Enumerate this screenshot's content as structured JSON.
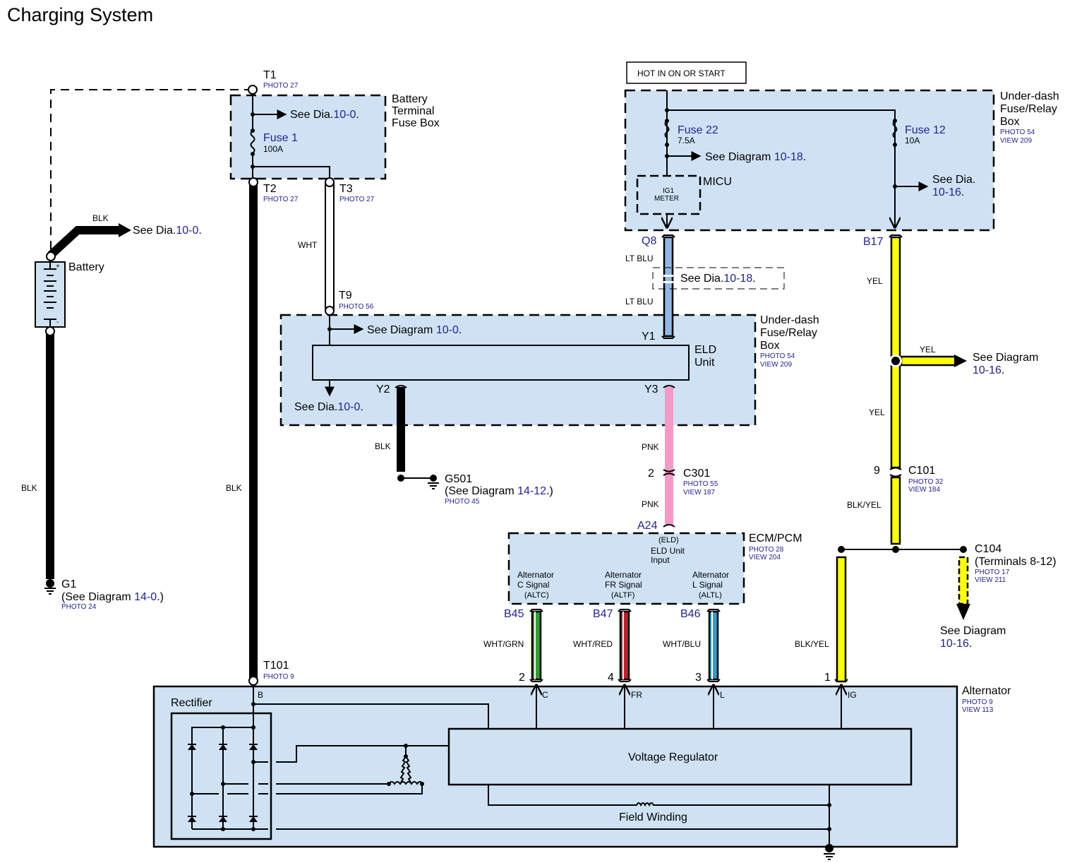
{
  "title": "Charging System",
  "hot_label": "HOT IN ON OR START",
  "terminals": {
    "t1": {
      "name": "T1",
      "photo": "PHOTO 27"
    },
    "t2": {
      "name": "T2",
      "photo": "PHOTO 27"
    },
    "t3": {
      "name": "T3",
      "photo": "PHOTO 27"
    },
    "t9": {
      "name": "T9",
      "photo": "PHOTO 56"
    },
    "t101": {
      "name": "T101",
      "photo": "PHOTO 9"
    }
  },
  "battery_fuse_box": {
    "label_lines": [
      "Battery",
      "Terminal",
      "Fuse Box"
    ],
    "see_prefix": "See Dia.",
    "see_ref": "10-0",
    "fuse_name": "Fuse 1",
    "fuse_rating": "100A"
  },
  "battery": {
    "label": "Battery",
    "wire_color": "BLK",
    "see_prefix": "See Dia.",
    "see_ref": "10-0"
  },
  "ground_g1": {
    "name": "G1",
    "see_prefix": "(See Diagram ",
    "see_ref": "14-0",
    "see_suffix": ".)",
    "photo": "PHOTO 24"
  },
  "wires": {
    "left_blk": "BLK",
    "main_blk": "BLK",
    "wht": "WHT",
    "ltblu_1": "LT BLU",
    "ltblu_2": "LT BLU",
    "yel_1": "YEL",
    "yel_branch": "YEL",
    "yel_2": "YEL",
    "blk_g501": "BLK",
    "pnk_1": "PNK",
    "pnk_2": "PNK",
    "blkyel_1": "BLK/YEL",
    "blkyel_2": "BLK/YEL",
    "whtgrn": "WHT/GRN",
    "whtred": "WHT/RED",
    "whtblu": "WHT/BLU"
  },
  "underdash_top": {
    "label_lines": [
      "Under-dash",
      "Fuse/Relay",
      "Box"
    ],
    "photo": "PHOTO 54",
    "view": "VIEW 209",
    "fuse22_name": "Fuse 22",
    "fuse22_rating": "7.5A",
    "see_1018_prefix": "See  Diagram ",
    "see_1018_ref": "10-18",
    "fuse12_name": "Fuse 12",
    "fuse12_rating": "10A",
    "see_1016_prefix": "See Dia.",
    "see_1016_ref": "10-16",
    "micu_label": "MICU",
    "micu_inner_1": "IG1",
    "micu_inner_2": "METER",
    "pin_q8": "Q8",
    "pin_b17": "B17"
  },
  "see_dia_1018_mid": {
    "prefix": "See Dia.",
    "ref": "10-18"
  },
  "underdash_mid": {
    "label_lines": [
      "Under-dash",
      "Fuse/Relay",
      "Box"
    ],
    "photo": "PHOTO 54",
    "view": "VIEW 209",
    "see_top_prefix": "See Diagram ",
    "see_top_ref": "10-0",
    "see_bottom_prefix": "See Dia.",
    "see_bottom_ref": "10-0",
    "eld_label_1": "ELD",
    "eld_label_2": "Unit",
    "pin_y1": "Y1",
    "pin_y2": "Y2",
    "pin_y3": "Y3"
  },
  "yel_branch_see": {
    "prefix": "See Diagram",
    "ref": "10-16"
  },
  "g501": {
    "name": "G501",
    "see_prefix": "(See Diagram ",
    "see_ref": "14-12",
    "see_suffix": ".)",
    "photo": "PHOTO 45"
  },
  "c301": {
    "name": "C301",
    "pin": "2",
    "photo": "PHOTO 55",
    "view": "VIEW 187"
  },
  "c101": {
    "name": "C101",
    "pin": "9",
    "photo": "PHOTO 32",
    "view": "VIEW 184"
  },
  "c104": {
    "name": "C104",
    "terminals": "(Terminals 8-12)",
    "photo": "PHOTO 17",
    "view": "VIEW 211",
    "see_prefix": "See Diagram",
    "see_ref": "10-16"
  },
  "ecm": {
    "label": "ECM/PCM",
    "photo": "PHOTO 28",
    "view": "VIEW 204",
    "pin_a24": "A24",
    "eld_code": "(ELD)",
    "eld_input_1": "ELD Unit",
    "eld_input_2": "Input",
    "signals": [
      {
        "line1": "Alternator",
        "line2": "C Signal",
        "code": "(ALTC)",
        "pin": "B45"
      },
      {
        "line1": "Alternator",
        "line2": "FR Signal",
        "code": "(ALTF)",
        "pin": "B47"
      },
      {
        "line1": "Alternator",
        "line2": "L Signal",
        "code": "(ALTL)",
        "pin": "B46"
      }
    ]
  },
  "alternator": {
    "label": "Alternator",
    "photo": "PHOTO 9",
    "view": "VIEW 113",
    "rectifier": "Rectifier",
    "voltage_regulator": "Voltage Regulator",
    "field_winding": "Field Winding",
    "terminal_b": "B",
    "terminals": [
      {
        "pin": "2",
        "name": "C"
      },
      {
        "pin": "4",
        "name": "FR"
      },
      {
        "pin": "3",
        "name": "L"
      },
      {
        "pin": "1",
        "name": "IG"
      }
    ]
  },
  "colors": {
    "box_fill": "#cfe2f3",
    "ref_blue": "#22229a",
    "yel": "#ffff00",
    "pnk": "#f49ac6",
    "ltblu": "#8fb8e6",
    "grn": "#2ca02c",
    "red": "#c0202a",
    "blu": "#2b9fd0"
  }
}
